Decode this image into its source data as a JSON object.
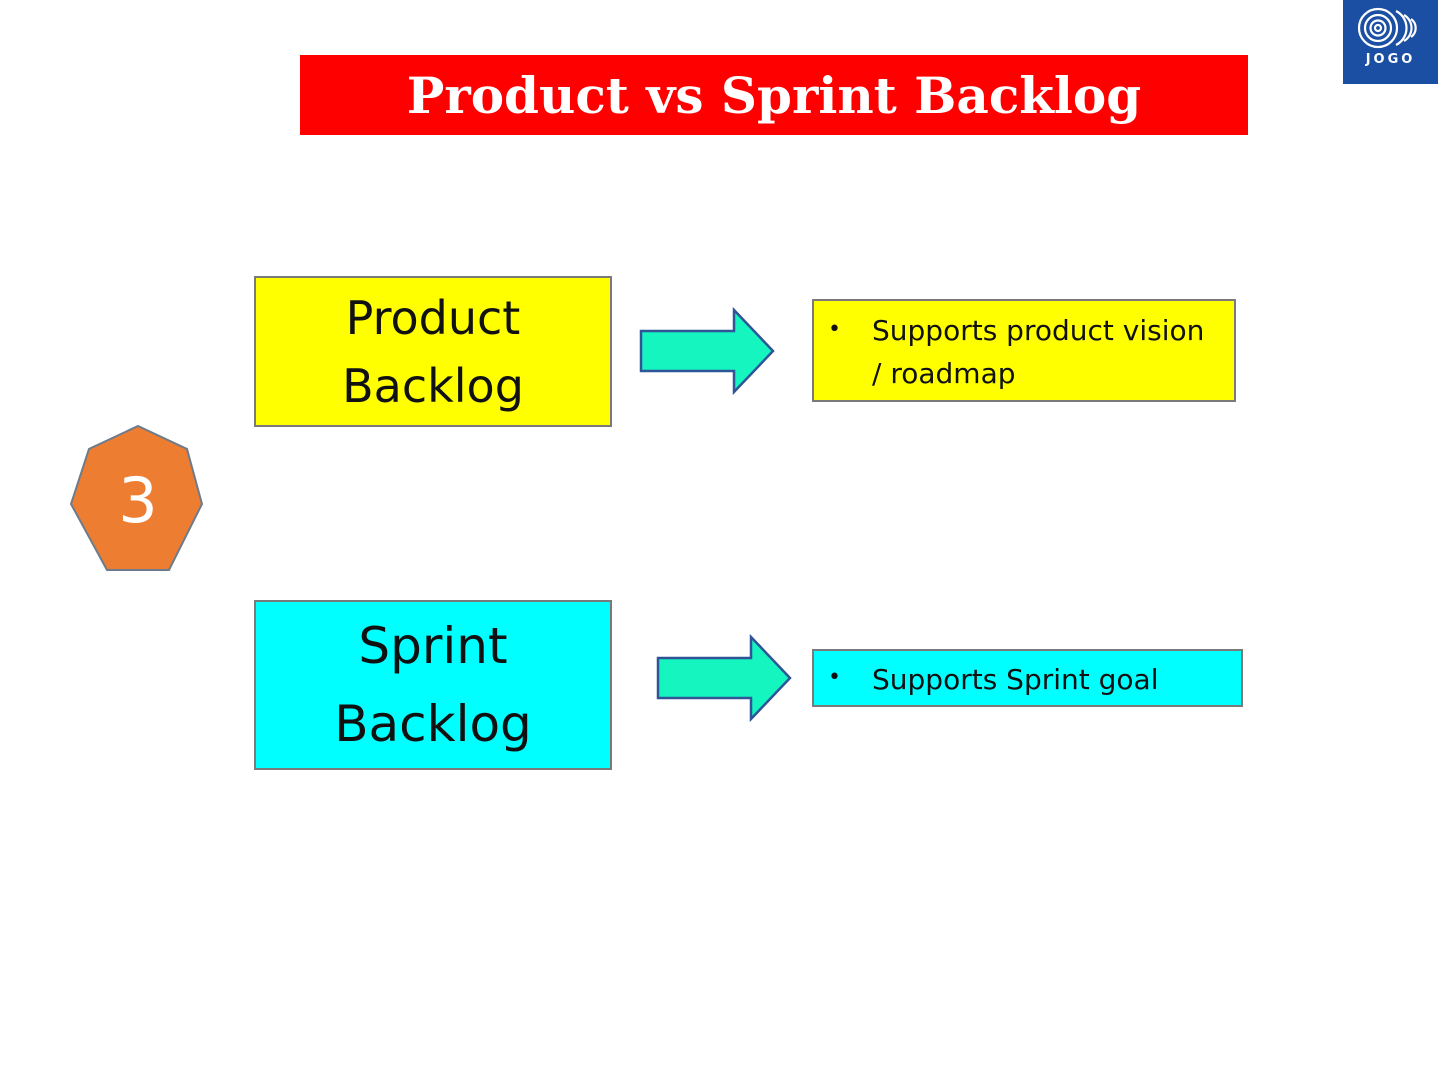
{
  "title": "Product vs Sprint Backlog",
  "logo": {
    "text": "JOGO"
  },
  "step_number": "3",
  "product_backlog": {
    "line1": "Product",
    "line2": "Backlog",
    "note_line1": "Supports product vision",
    "note_line2": "/ roadmap",
    "color": "#ffff00"
  },
  "sprint_backlog": {
    "line1": "Sprint",
    "line2": "Backlog",
    "note_line1": "Supports Sprint goal",
    "color": "#00ffff"
  },
  "bullet": "•",
  "colors": {
    "title_bg": "#ff0000",
    "arrow": "#14f5c0",
    "heptagon": "#ed7d31",
    "logo_bg": "#1a4fa3"
  },
  "icons": [
    "jogo-logo-icon",
    "right-arrow-icon",
    "heptagon-badge"
  ]
}
